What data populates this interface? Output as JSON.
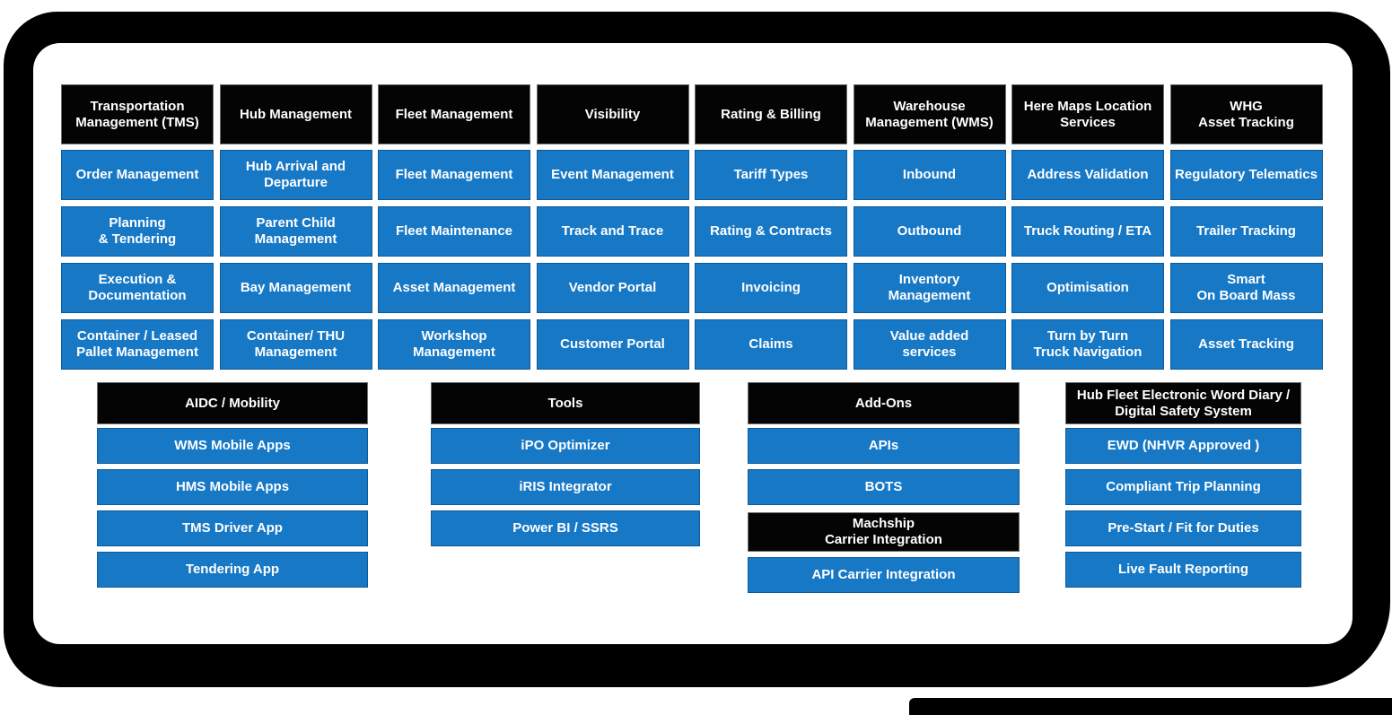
{
  "colors": {
    "module_blue": "#1778C6",
    "header_black": "#040404",
    "text_white": "#FFFFFF"
  },
  "top_columns": [
    {
      "header": "Transportation\nManagement (TMS)",
      "items": [
        "Order Management",
        "Planning\n& Tendering",
        "Execution &\nDocumentation",
        "Container /  Leased\nPallet Management"
      ]
    },
    {
      "header": "Hub Management",
      "items": [
        "Hub Arrival and\nDeparture",
        "Parent Child\nManagement",
        "Bay Management",
        "Container/ THU\nManagement"
      ]
    },
    {
      "header": "Fleet Management",
      "items": [
        "Fleet Management",
        "Fleet Maintenance",
        "Asset Management",
        "Workshop\nManagement"
      ]
    },
    {
      "header": "Visibility",
      "items": [
        "Event Management",
        "Track and Trace",
        "Vendor Portal",
        "Customer Portal"
      ]
    },
    {
      "header": "Rating & Billing",
      "items": [
        "Tariff Types",
        "Rating & Contracts",
        "Invoicing",
        "Claims"
      ]
    },
    {
      "header": "Warehouse\nManagement (WMS)",
      "items": [
        "Inbound",
        "Outbound",
        "Inventory Management",
        "Value added\nservices"
      ]
    },
    {
      "header": "Here Maps Location\nServices",
      "items": [
        "Address Validation",
        "Truck Routing / ETA",
        "Optimisation",
        "Turn by Turn\nTruck Navigation"
      ]
    },
    {
      "header": "WHG\nAsset Tracking",
      "items": [
        "Regulatory Telematics",
        "Trailer Tracking",
        "Smart\nOn Board Mass",
        "Asset Tracking"
      ]
    }
  ],
  "bottom_groups": [
    {
      "header": "AIDC / Mobility",
      "items": [
        "WMS Mobile Apps",
        "HMS Mobile Apps",
        "TMS Driver App",
        "Tendering App"
      ]
    },
    {
      "header": "Tools",
      "items": [
        "iPO Optimizer",
        "iRIS Integrator",
        "Power BI /  SSRS"
      ]
    },
    {
      "header": "Add-Ons",
      "items": [
        "APIs",
        "BOTS"
      ],
      "subheader": "Machship\nCarrier Integration",
      "sub_items": [
        "API Carrier Integration"
      ]
    },
    {
      "header": "Hub Fleet Electronic Word Diary /\nDigital Safety System",
      "items": [
        "EWD (NHVR Approved )",
        "Compliant Trip Planning",
        "Pre-Start / Fit for Duties",
        "Live Fault Reporting"
      ]
    }
  ]
}
